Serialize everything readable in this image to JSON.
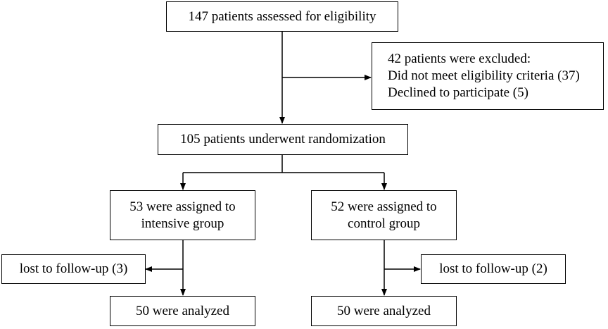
{
  "assessed": {
    "text": "147 patients assessed for eligibility"
  },
  "excluded": {
    "line1": "42 patients were excluded:",
    "line2": "Did not meet eligibility criteria (37)",
    "line3": "Declined to participate (5)"
  },
  "randomized": {
    "text": "105 patients underwent randomization"
  },
  "intensive": {
    "line1": "53 were assigned to",
    "line2": "intensive group",
    "lost": "lost to follow-up (3)",
    "analyzed": "50 were analyzed"
  },
  "control": {
    "line1": "52 were assigned to",
    "line2": "control group",
    "lost": "lost to follow-up (2)",
    "analyzed": "50 were analyzed"
  }
}
